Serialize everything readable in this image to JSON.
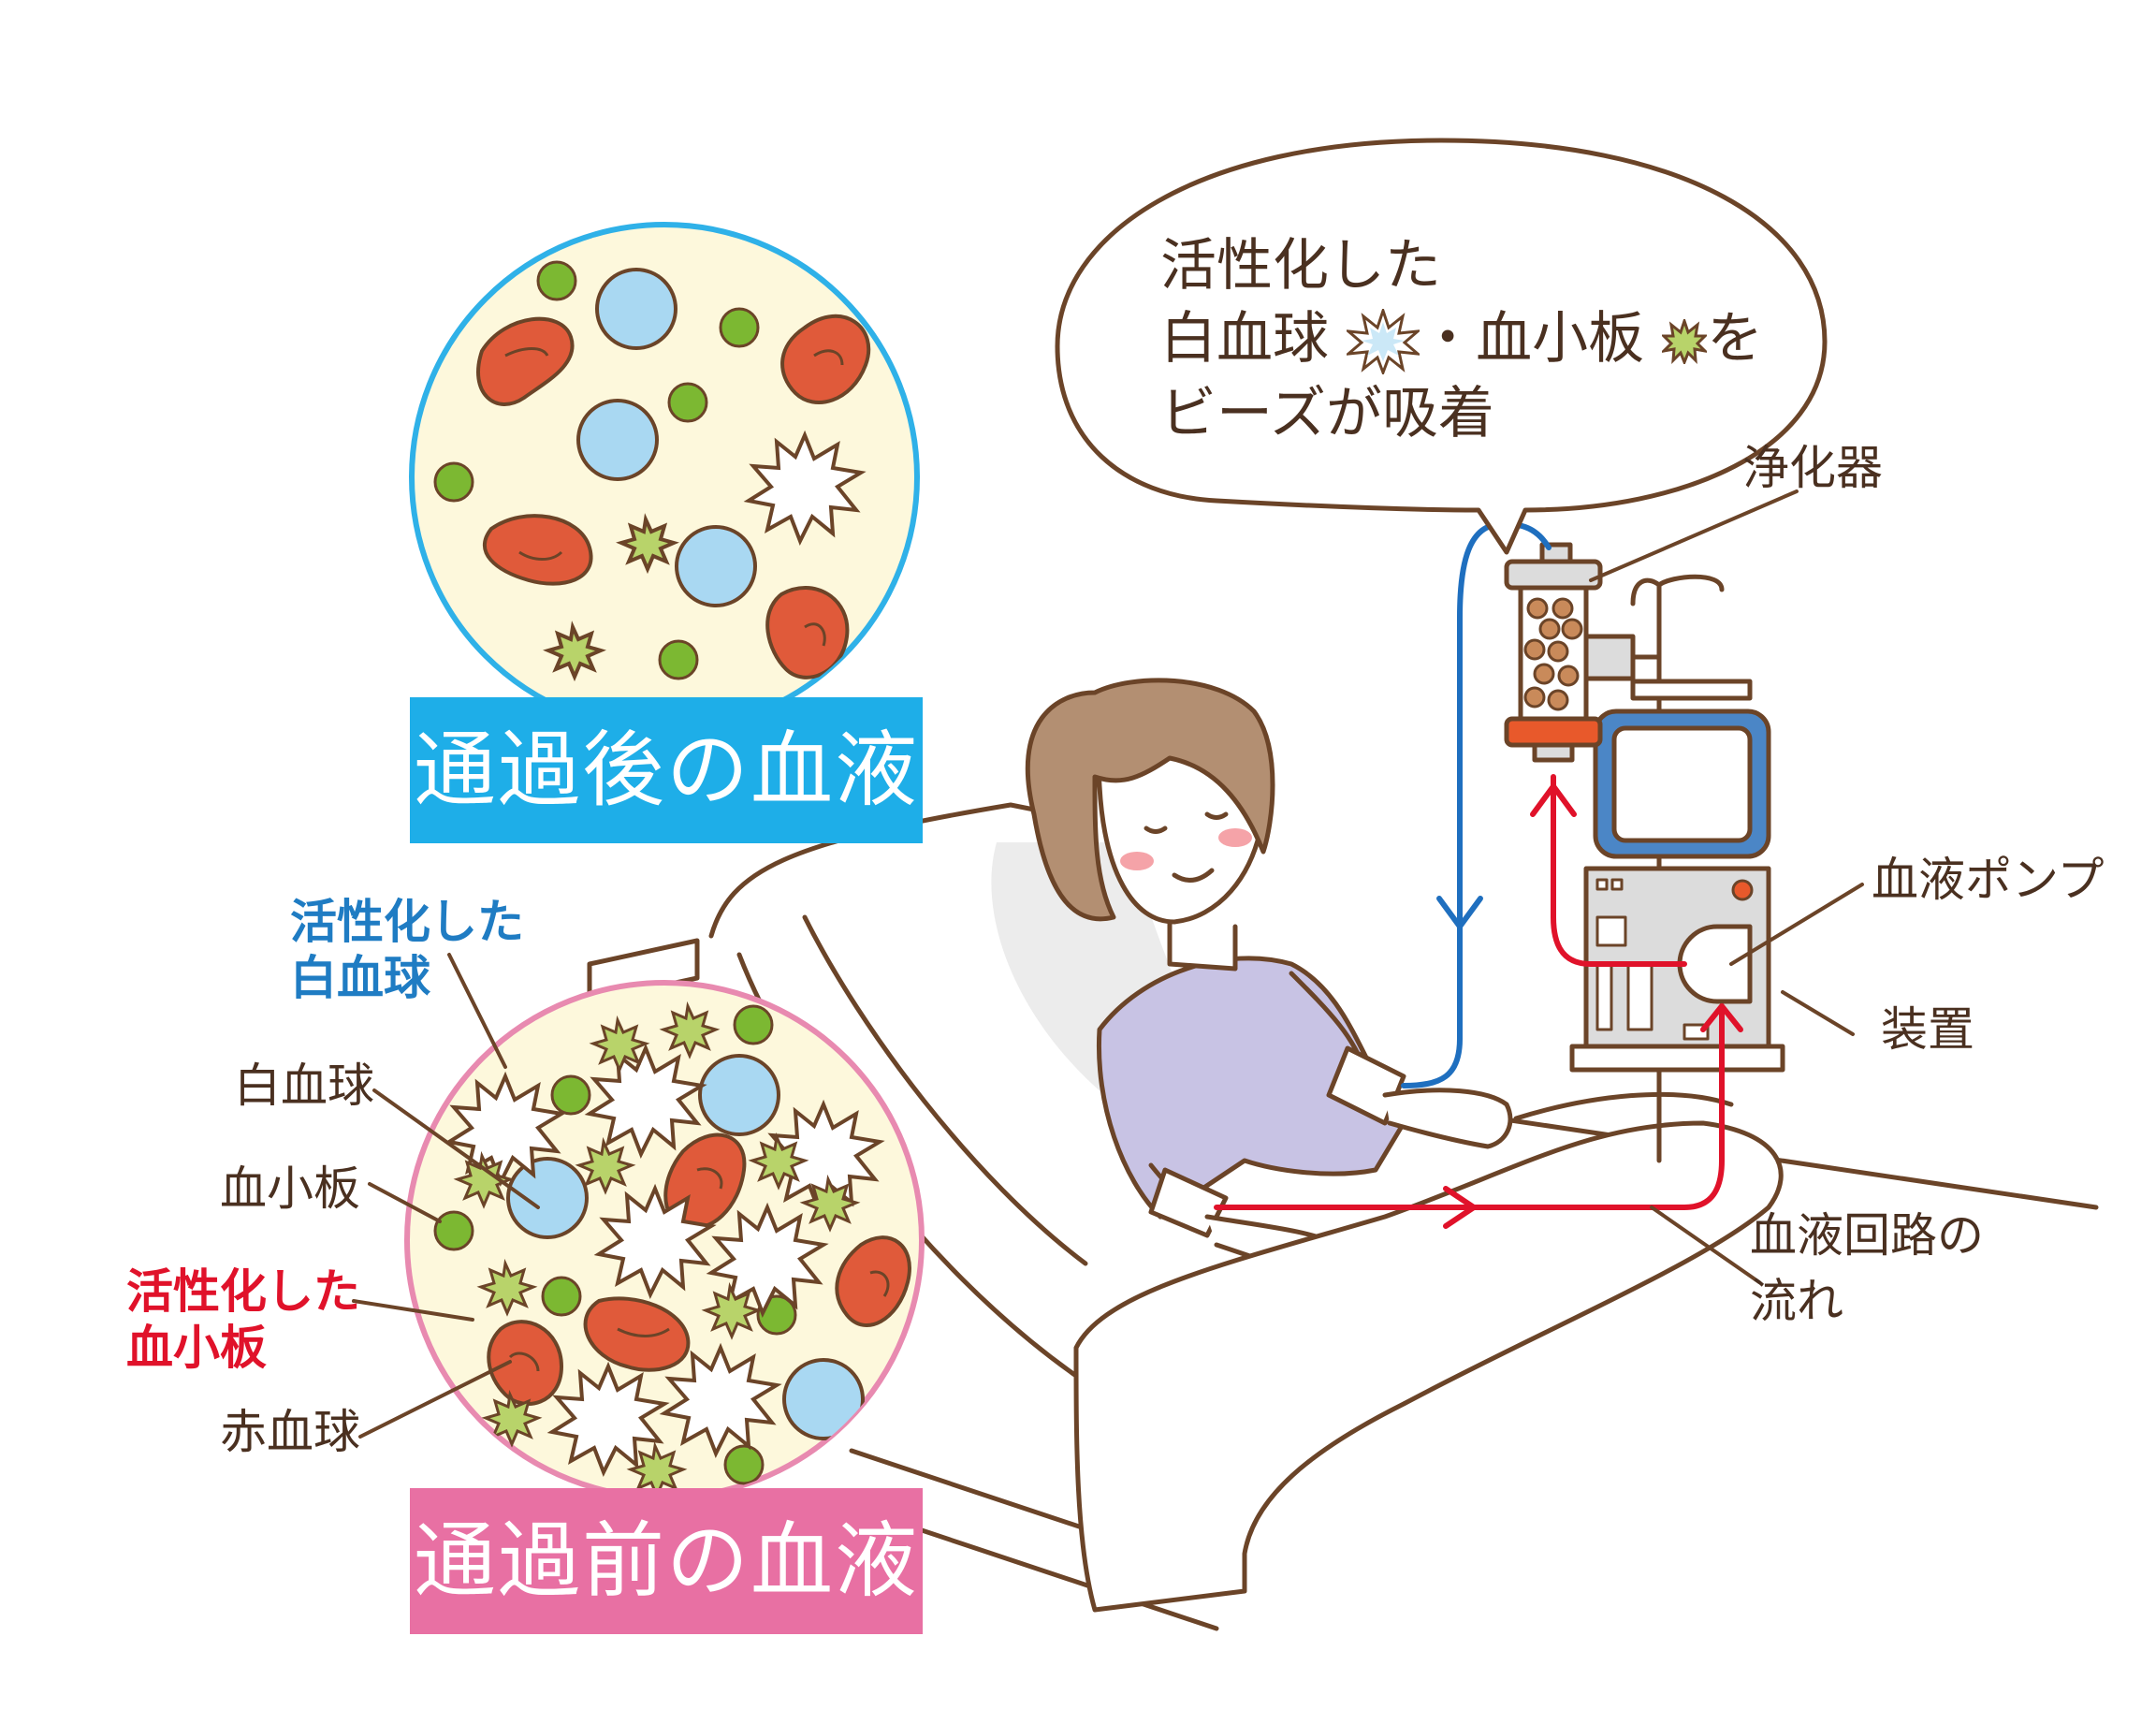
{
  "colors": {
    "outline": "#6b4428",
    "background_plasma": "#fdf8dc",
    "after_circle": "#2fb1e8",
    "before_circle": "#e88ab0",
    "after_banner": "#1eaee8",
    "before_banner": "#e870a3",
    "red_cell": "#e05a3a",
    "white_cell": "#a9d8f2",
    "platelet": "#7cb832",
    "blood_red_line": "#e0122a",
    "blood_blue_line": "#1f6fbf",
    "activated_wbc_label": "#1f7cc3",
    "activated_platelet_label": "#e0122a"
  },
  "banners": {
    "after": "通過後の血液",
    "before": "通過前の血液"
  },
  "bubble": {
    "line1": "活性化した",
    "line2_a": "白血球",
    "line2_b": "・血小板",
    "line2_c": "を",
    "line3": "ビーズが吸着"
  },
  "labels": {
    "purifier": "浄化器",
    "pump": "血液ポンプ",
    "device": "装置",
    "circuit": "血液回路の",
    "circuit2": "流れ",
    "activated_wbc_1": "活性化した",
    "activated_wbc_2": "白血球",
    "wbc": "白血球",
    "platelet": "血小板",
    "activated_platelet_1": "活性化した",
    "activated_platelet_2": "血小板",
    "rbc": "赤血球"
  },
  "icons": {
    "activated_wbc": "starburst-white-icon",
    "activated_platelet": "starburst-green-icon"
  }
}
